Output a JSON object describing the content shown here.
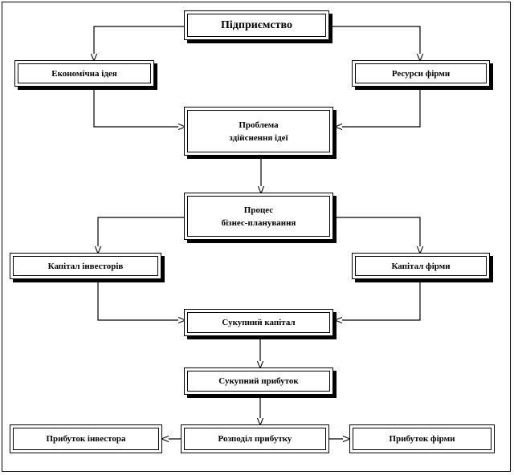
{
  "diagram": {
    "nodes": {
      "enterprise": "Підприємство",
      "economic_idea": "Економічна ідея",
      "firm_resources": "Ресурси фірми",
      "idea_problem": "Проблема\nздійснення ідеї",
      "planning_process": "Процес\nбізнес-планування",
      "investor_capital": "Капітал інвесторів",
      "firm_capital": "Капітал фірми",
      "total_capital": "Сукупний капітал",
      "total_profit": "Сукупний прибуток",
      "profit_distribution": "Розподіл прибутку",
      "investor_profit": "Прибуток інвестора",
      "firm_profit": "Прибуток фірми"
    }
  }
}
